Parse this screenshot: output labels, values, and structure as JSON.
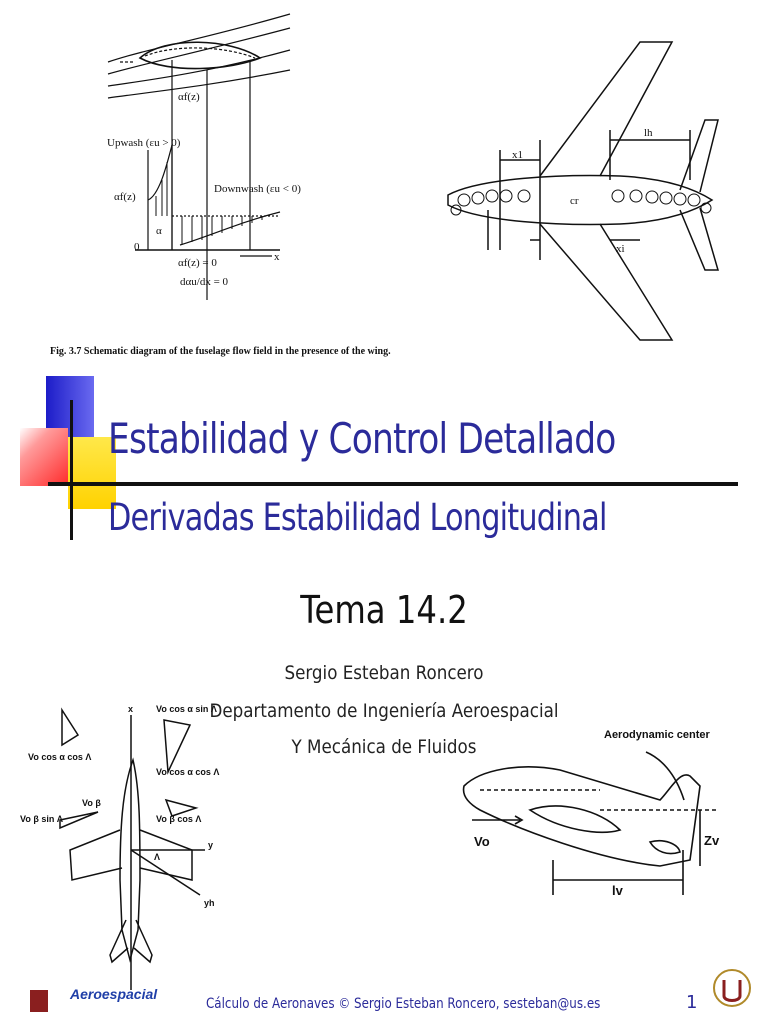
{
  "slide": {
    "title": "Estabilidad y Control Detallado",
    "subtitle": "Derivadas Estabilidad Longitudinal",
    "tema": "Tema 14.2",
    "author": "Sergio Esteban Roncero",
    "department_line1": "Departamento de Ingeniería Aeroespacial",
    "department_line2": "Y Mecánica de Fluidos"
  },
  "figure_top_left": {
    "caption": "Fig. 3.7   Schematic diagram of the fuselage flow field in the presence of the wing.",
    "label_upwash": "Upwash (εu > 0)",
    "label_downwash": "Downwash (εu < 0)",
    "label_af_z": "αf(z)",
    "label_af_z_top": "αf(z)",
    "label_alpha": "α",
    "label_zero": "0",
    "label_af_zero": "αf(z) = 0",
    "label_dau": "dαu/dx = 0",
    "label_x": "x"
  },
  "figure_top_right": {
    "label_x1": "x1",
    "label_lh": "lh",
    "label_cr": "cr",
    "label_xi": "xi"
  },
  "figure_bottom_left": {
    "label_vo_cos_sin": "Vo cos α sin Λ",
    "label_vo_cos_cos": "Vo cos α cos Λ",
    "label_vo_beta": "Vo β",
    "label_vo_beta_sin": "Vo β sin Λ",
    "label_vo_beta_cos": "Vo β cos Λ",
    "label_x": "x",
    "label_y": "y",
    "label_yh": "yh",
    "label_lambda": "Λ"
  },
  "figure_bottom_right": {
    "label_ac": "Aerodynamic center",
    "label_vo": "Vo",
    "label_zv": "Zv",
    "label_lv": "lv"
  },
  "footer": {
    "text": "Cálculo de Aeronaves © Sergio Esteban Roncero, sesteban@us.es",
    "page": "1",
    "logo_text": "Aeroespacial"
  }
}
